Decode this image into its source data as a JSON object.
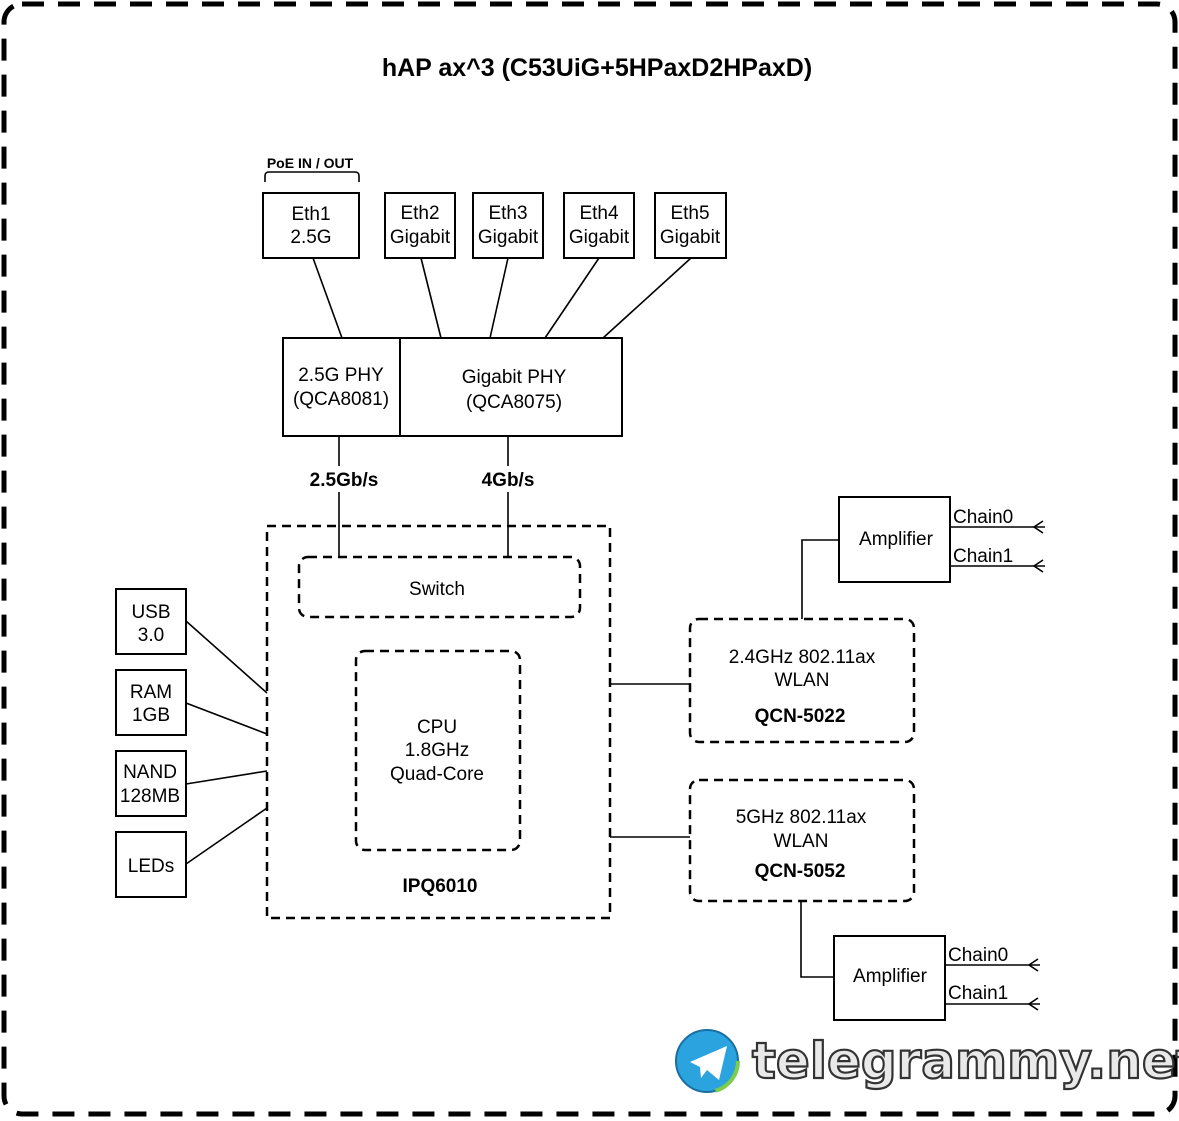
{
  "title": "hAP ax^3 (C53UiG+5HPaxD2HPaxD)",
  "poe_label": "PoE IN / OUT",
  "ports": [
    {
      "line1": "Eth1",
      "line2": "2.5G"
    },
    {
      "line1": "Eth2",
      "line2": "Gigabit"
    },
    {
      "line1": "Eth3",
      "line2": "Gigabit"
    },
    {
      "line1": "Eth4",
      "line2": "Gigabit"
    },
    {
      "line1": "Eth5",
      "line2": "Gigabit"
    }
  ],
  "phy_25": {
    "line1": "2.5G PHY",
    "line2": "(QCA8081)"
  },
  "phy_gig": {
    "line1": "Gigabit PHY",
    "line2": "(QCA8075)"
  },
  "link_25": "2.5Gb/s",
  "link_4": "4Gb/s",
  "switch": "Switch",
  "cpu": {
    "line1": "CPU",
    "line2": "1.8GHz",
    "line3": "Quad-Core"
  },
  "soc": "IPQ6010",
  "peripherals": [
    {
      "line1": "USB",
      "line2": "3.0"
    },
    {
      "line1": "RAM",
      "line2": "1GB"
    },
    {
      "line1": "NAND",
      "line2": "128MB"
    },
    {
      "line1": "LEDs"
    }
  ],
  "wlan24": {
    "line1": "2.4GHz 802.11ax",
    "line2": "WLAN",
    "chip": "QCN-5022"
  },
  "wlan5": {
    "line1": "5GHz 802.11ax",
    "line2": "WLAN",
    "chip": "QCN-5052"
  },
  "amp_top": {
    "label": "Amplifier",
    "chain0": "Chain0",
    "chain1": "Chain1"
  },
  "amp_bottom": {
    "label": "Amplifier",
    "chain0": "Chain0",
    "chain1": "Chain1"
  },
  "watermark": "telegrammy.net"
}
